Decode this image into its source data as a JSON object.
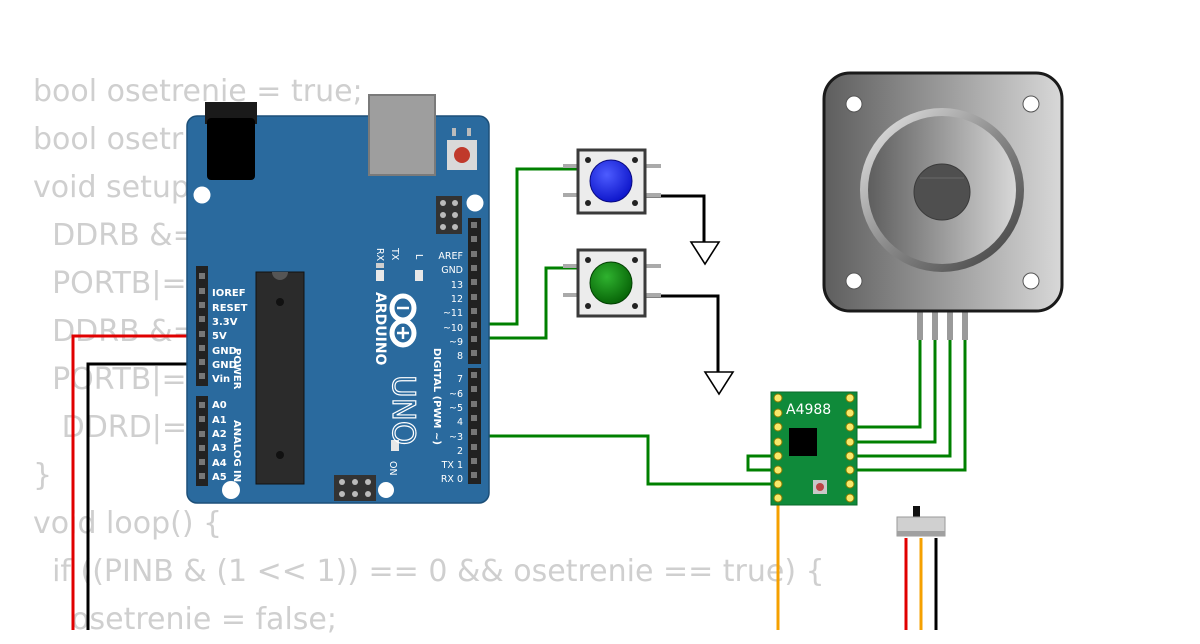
{
  "code_lines": [
    "bool osetrenie = true;",
    "bool osetr",
    "void setup",
    "  DDRB &=",
    "  PORTB|=",
    "  DDRB &=",
    "  PORTB|=",
    "   DDRD|=",
    "}",
    "void loop() {",
    "  if ((PINB & (1 << 1)) == 0 && osetrenie == true) {",
    "    osetrenie = false;"
  ],
  "arduino": {
    "brand": "ARDUINO",
    "model": "UNO",
    "tx": "TX",
    "rx": "RX",
    "l": "L",
    "on": "ON",
    "digital_label": "DIGITAL (PWM ~)",
    "power_label": "POWER",
    "analog_label": "ANALOG IN",
    "power_pins": [
      "IOREF",
      "RESET",
      "3.3V",
      "5V",
      "GND",
      "GND",
      "Vin"
    ],
    "analog_pins": [
      "A0",
      "A1",
      "A2",
      "A3",
      "A4",
      "A5"
    ],
    "digital_high": [
      "AREF",
      "GND",
      "13",
      "12",
      "~11",
      "~10",
      "~9",
      "8"
    ],
    "digital_low": [
      "7",
      "~6",
      "~5",
      "4",
      "~3",
      "2",
      "TX 1",
      "RX 0"
    ]
  },
  "driver": {
    "label": "A4988"
  },
  "buttons": [
    {
      "color": "#1a2aff"
    },
    {
      "color": "#0b8a0b"
    }
  ],
  "colors": {
    "board": "#2a6a9e",
    "wire_green": "#008000",
    "wire_red": "#e00000",
    "wire_black": "#000000",
    "wire_orange": "#f5a000",
    "driver_pcb": "#0f8a3a",
    "code_text": "#cfcfcf"
  }
}
